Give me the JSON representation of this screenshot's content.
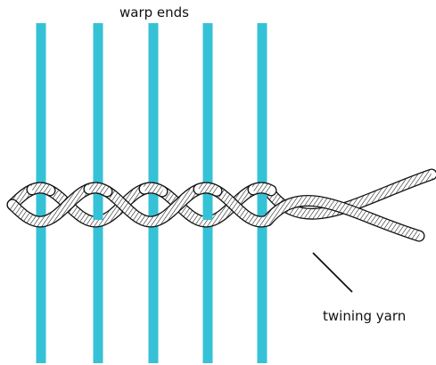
{
  "labels": {
    "warp": "warp ends",
    "twining": "twining yarn"
  },
  "colors": {
    "warp": "#36c2d6",
    "yarn_outline": "#111111",
    "yarn_fill": "#ffffff",
    "label": "#111111"
  },
  "warp_count": 5
}
